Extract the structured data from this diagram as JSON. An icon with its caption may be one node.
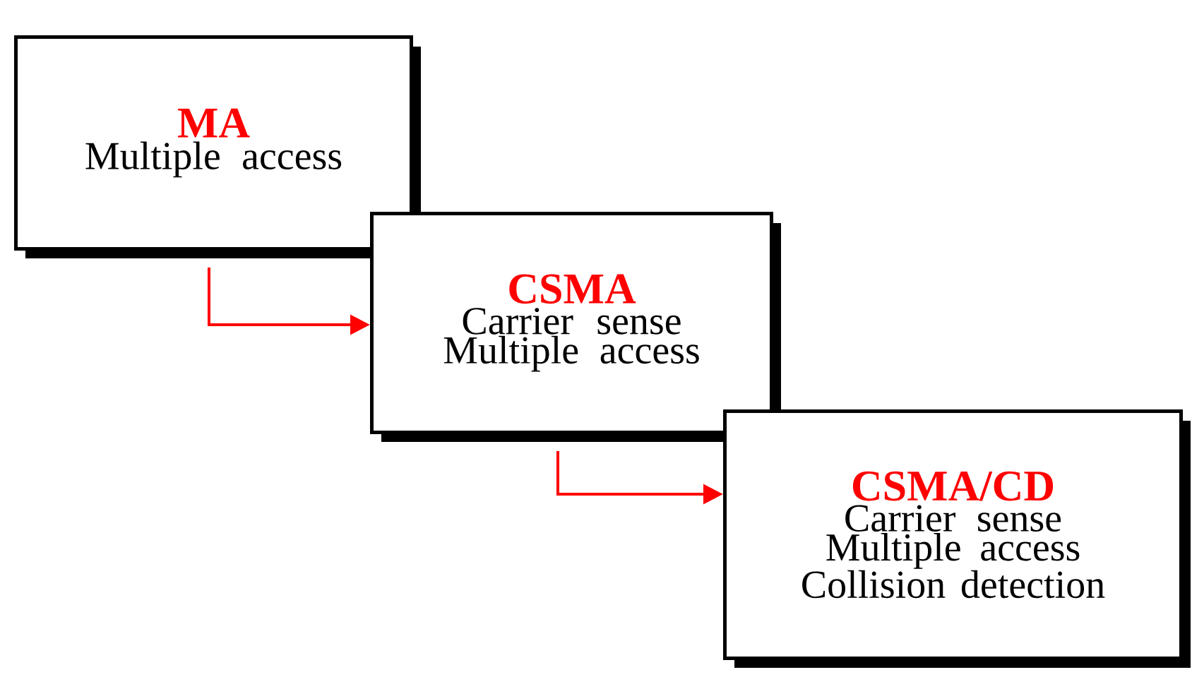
{
  "diagram": {
    "nodes": [
      {
        "text": [
          "MA",
          "Multiple access"
        ]
      },
      {
        "text": [
          "CSMA",
          "Carrier sense Multiple access"
        ]
      },
      {
        "text": [
          "CSMA/CD",
          "Carrier sense Multiple access Collision detection"
        ]
      }
    ],
    "edges": [
      {
        "from": 0,
        "to": 1,
        "arrow": "to"
      },
      {
        "from": 1,
        "to": 2,
        "arrow": "to"
      }
    ]
  }
}
